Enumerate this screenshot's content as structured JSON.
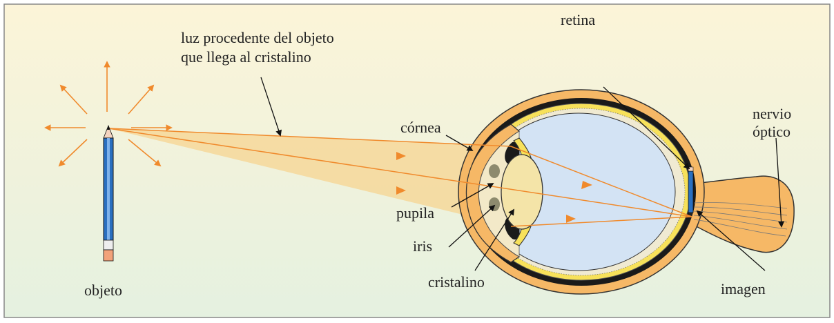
{
  "labels": {
    "light_line1": "luz procedente del objeto",
    "light_line2": "que llega al cristalino",
    "object": "objeto",
    "cornea": "córnea",
    "pupil": "pupila",
    "iris": "iris",
    "lens": "cristalino",
    "retina": "retina",
    "nerve_line1": "nervio",
    "nerve_line2": "óptico",
    "image": "imagen"
  },
  "colors": {
    "ray": "#f08a2c",
    "sclera": "#f6b866",
    "choroid": "#1a1a1a",
    "retina": "#f7e15a",
    "vitreous": "#d3e3f4",
    "lens": "#f4e4a8",
    "beam": "#f7cf85",
    "pencil_body": "#2a6fc0"
  },
  "icons": {
    "object": "pencil-icon",
    "eye": "eye-cross-section"
  }
}
